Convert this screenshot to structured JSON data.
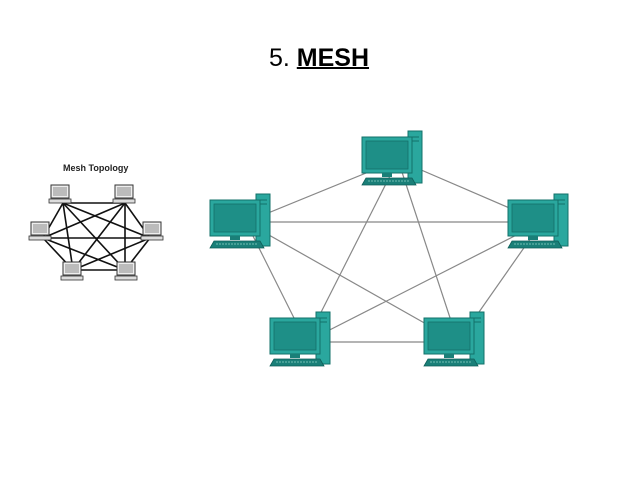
{
  "slide": {
    "title_number": "5.",
    "title_word": "MESH"
  },
  "small_diagram": {
    "title": "Mesh Topology"
  },
  "colors": {
    "screen": "#1e8f87",
    "screen_dark": "#137069",
    "monitor_body": "#2aa79e",
    "keyboard": "#1a7f78",
    "link": "#888888"
  }
}
